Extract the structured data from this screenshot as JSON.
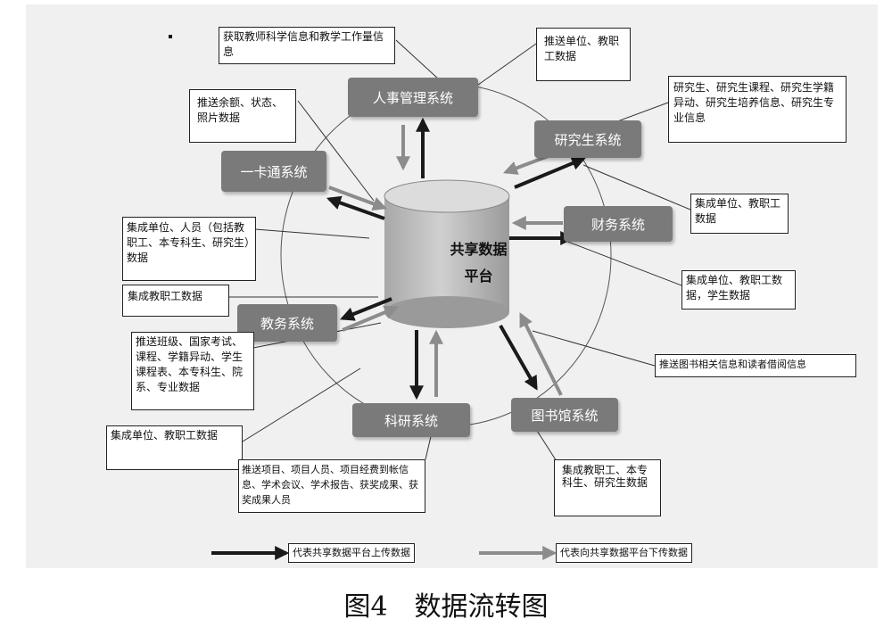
{
  "hub": {
    "line1": "共享数据",
    "line2": "平台"
  },
  "systems": {
    "hr": "人事管理系统",
    "grad": "研究生系统",
    "card": "一卡通系统",
    "finance": "财务系统",
    "academic": "教务系统",
    "research": "科研系统",
    "library": "图书馆系统"
  },
  "notes": {
    "hr_fetch": "获取教师科学信息和教学工作量信息",
    "hr_push": "推送单位、教职工数据",
    "grad_info": "研究生、研究生课程、研究生学籍异动、研究生培养信息、研究生专业信息",
    "card_push": "推送余额、状态、照片数据",
    "finance_integrate": "集成单位、教职工数据",
    "card_integrate": "集成单位、人员（包括教职工、本专科生、研究生）数据",
    "finance_integrate2": "集成单位、教职工数据，学生数据",
    "academic_integrate": "集成教职工数据",
    "academic_push": "推送班级、国家考试、课程、学籍异动、学生课程表、本专科生、院系、专业数据",
    "library_push": "推送图书相关信息和读者借阅信息",
    "research_integrate": "集成单位、教职工数据",
    "research_push": "推送项目、项目人员、项目经费到帐信息、学术会议、学术报告、获奖成果、获奖成果人员",
    "library_integrate": "集成教职工、本专科生、研究生数据"
  },
  "legend": {
    "upload": "代表共享数据平台上传数据",
    "download": "代表向共享数据平台下传数据"
  },
  "caption": "图4　数据流转图",
  "colors": {
    "upload_arrow": "#1a1a1a",
    "download_arrow": "#8c8c8c",
    "system_box": "#7a7a7a",
    "background": "#f0f0f0"
  }
}
